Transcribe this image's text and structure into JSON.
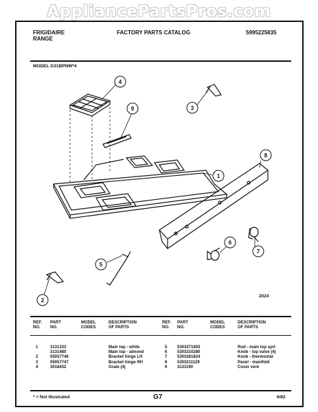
{
  "watermark": "AppliancePartsPros.com",
  "header": {
    "brand_line1": "FRIGIDAIRE",
    "brand_line2": "RANGE",
    "catalog_title": "FACTORY PARTS CATALOG",
    "catalog_number": "5995225835"
  },
  "model_label": "MODEL G31BPNW*4",
  "diagram": {
    "callouts": [
      "1",
      "2",
      "3",
      "4",
      "5",
      "6",
      "7",
      "8",
      "9"
    ],
    "diagram_number": "2024"
  },
  "table_headers": {
    "ref_no": "REF. NO.",
    "part_no": "PART NO.",
    "model_codes": "MODEL CODES",
    "description": "DESCRIPTION OF PARTS"
  },
  "parts_left": {
    "refs": [
      "1",
      "",
      "2",
      "3",
      "4"
    ],
    "parts": [
      "3131333",
      "3131480",
      "05057748",
      "05057747",
      "3018432"
    ],
    "descriptions": [
      "Main top - white",
      "Main top - almond",
      "Bracket hinge LH",
      "Bracket hinge RH",
      "Grate (4)"
    ]
  },
  "parts_right": {
    "refs": [
      "5",
      "6",
      "7",
      "8",
      "9"
    ],
    "parts": [
      "5303271603",
      "5303210280",
      "5303281824",
      "5303211129",
      "3131190"
    ],
    "descriptions": [
      "Rod - main top sprt",
      "Knob - top valve (4)",
      "Knob - thermostat",
      "Panel - manifold",
      "Cover vent"
    ]
  },
  "footer": {
    "note": "* = Not Illustrated",
    "page": "G7",
    "date": "6/82"
  }
}
